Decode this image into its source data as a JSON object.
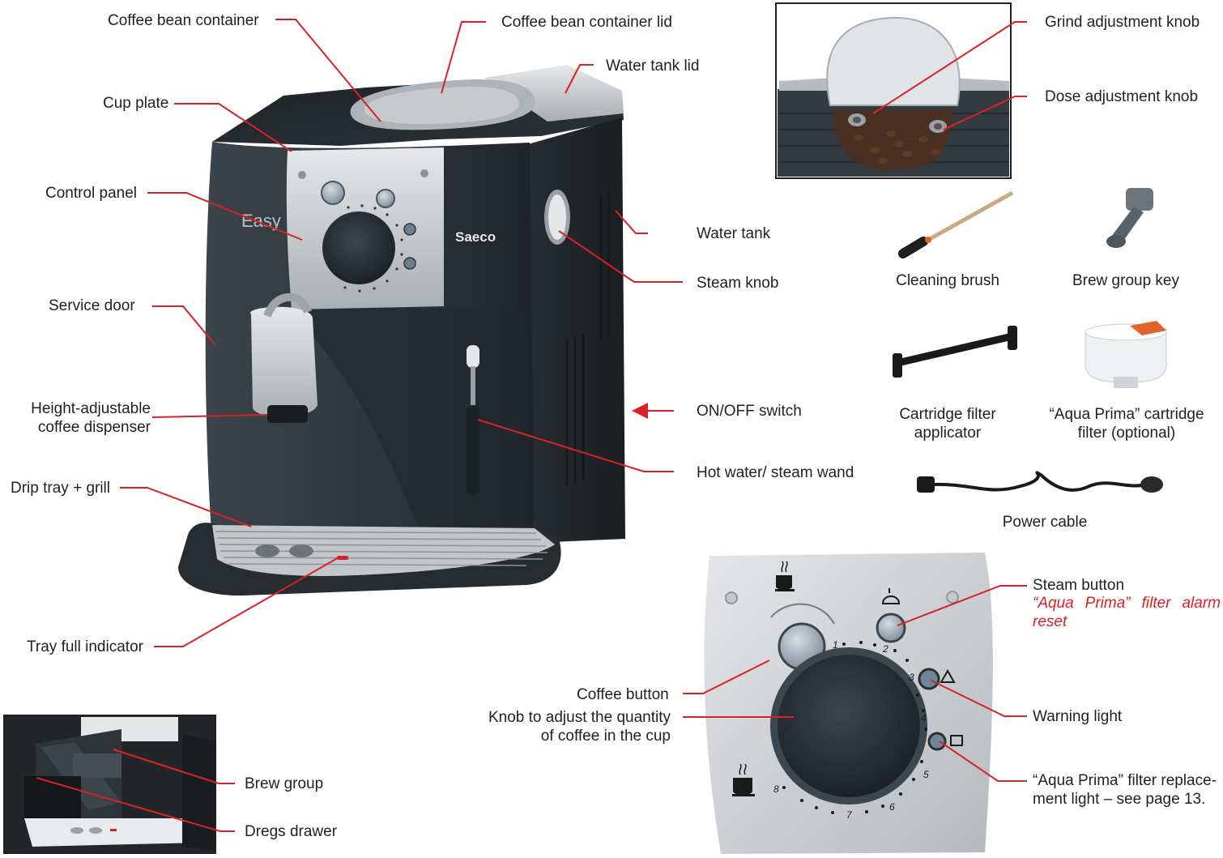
{
  "colors": {
    "leader": "#d92128",
    "body_dark": "#2c3338",
    "body_mid": "#3a4248",
    "silver": "#b9bdc1",
    "silver_light": "#dcdfe2",
    "panel_bg": "#c9cccf"
  },
  "labels": {
    "bean_container": "Coffee bean container",
    "bean_lid": "Coffee bean container lid",
    "water_tank_lid": "Water tank lid",
    "cup_plate": "Cup plate",
    "control_panel": "Control panel",
    "water_tank": "Water tank",
    "steam_knob": "Steam knob",
    "service_door": "Service door",
    "dispenser_line1": "Height-adjustable",
    "dispenser_line2": "coffee dispenser",
    "on_off": "ON/OFF switch",
    "hot_water": "Hot water/ steam wand",
    "drip_tray": "Drip tray + grill",
    "tray_full": "Tray full indicator",
    "grind_knob": "Grind adjustment knob",
    "dose_knob": "Dose adjustment knob",
    "cleaning_brush": "Cleaning brush",
    "brew_group_key": "Brew group key",
    "applicator_line1": "Cartridge filter",
    "applicator_line2": "applicator",
    "aqua_line1": "“Aqua Prima” cartridge",
    "aqua_line2": "filter (optional)",
    "power_cable": "Power cable",
    "brew_group": "Brew group",
    "dregs_drawer": "Dregs drawer",
    "coffee_button": "Coffee button",
    "knob_line1": "Knob to adjust the quantity",
    "knob_line2": "of coffee in the cup",
    "steam_button": "Steam button",
    "steam_button_sub": "“Aqua Prima” filter alarm reset",
    "warning_light": "Warning light",
    "replace_line1": "“Aqua Prima” filter replace-",
    "replace_line2": "ment light – see page 13."
  },
  "machine_text": {
    "brand": "Saeco",
    "model": "Easy",
    "dial_numbers": [
      "1",
      "2",
      "3",
      "4",
      "5",
      "6",
      "7",
      "8"
    ]
  }
}
